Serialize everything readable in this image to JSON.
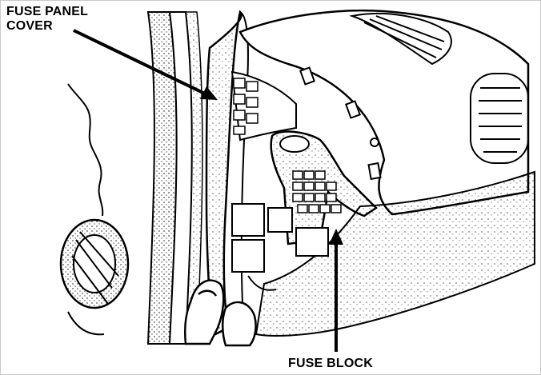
{
  "labels": {
    "fuse_panel_cover_line1": "FUSE PANEL",
    "fuse_panel_cover_line2": "COVER",
    "fuse_block": "FUSE BLOCK"
  },
  "colors": {
    "ink": "#000000",
    "paper": "#ffffff",
    "frame": "#c8c8c8"
  }
}
